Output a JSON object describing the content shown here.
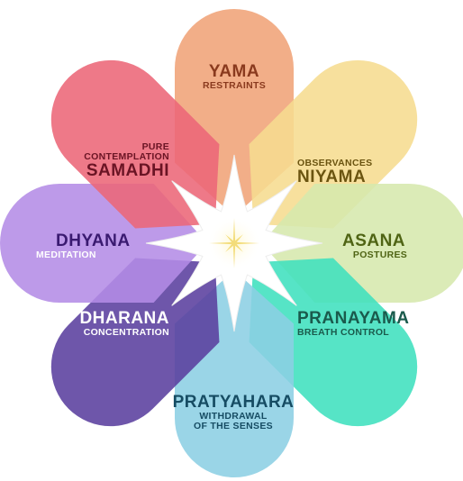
{
  "petals": [
    {
      "key": "yama",
      "name": "YAMA",
      "meaning": [
        "RESTRAINTS"
      ],
      "color": "#f0a378",
      "name_color": "#8a3a1e",
      "meaning_color": "#8a3a1e"
    },
    {
      "key": "niyama",
      "name": "NIYAMA",
      "meaning": [
        "OBSERVANCES"
      ],
      "color": "#f6dc8f",
      "name_color": "#6b5410",
      "meaning_color": "#6b5410"
    },
    {
      "key": "asana",
      "name": "ASANA",
      "meaning": [
        "POSTURES"
      ],
      "color": "#d6e8ad",
      "name_color": "#4f6414",
      "meaning_color": "#4f6414"
    },
    {
      "key": "pranayama",
      "name": "PRANAYAMA",
      "meaning": [
        "BREATH CONTROL"
      ],
      "color": "#3fe0be",
      "name_color": "#1a5a4c",
      "meaning_color": "#1a5a4c"
    },
    {
      "key": "pratyahara",
      "name": "PRATYAHARA",
      "meaning": [
        "WITHDRAWAL",
        "OF THE SENSES"
      ],
      "color": "#8ccfe4",
      "name_color": "#164c63",
      "meaning_color": "#164c63"
    },
    {
      "key": "dharana",
      "name": "DHARANA",
      "meaning": [
        "CONCENTRATION"
      ],
      "color": "#5a3f9e",
      "name_color": "#ffffff",
      "meaning_color": "#ffffff"
    },
    {
      "key": "dhyana",
      "name": "DHYANA",
      "meaning": [
        "MEDITATION"
      ],
      "color": "#b48ce6",
      "name_color": "#3a1a70",
      "meaning_color": "#ffffff"
    },
    {
      "key": "samadhi",
      "name": "SAMADHI",
      "meaning": [
        "PURE",
        "CONTEMPLATION"
      ],
      "color": "#ec6678",
      "name_color": "#6a1424",
      "meaning_color": "#6a1424"
    }
  ],
  "center": {
    "color": "#ffffff",
    "star_color": "#f3dc7a"
  }
}
